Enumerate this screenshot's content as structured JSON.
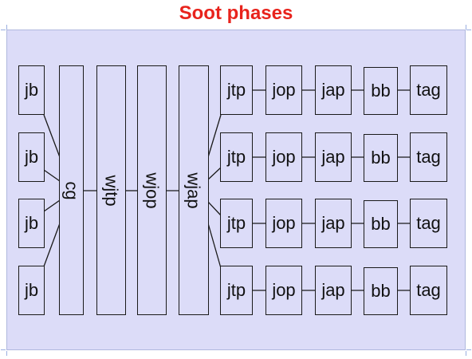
{
  "title": "Soot phases",
  "tall_phases": [
    "cg",
    "wjtp",
    "wjop",
    "wjap"
  ],
  "left_box": "jb",
  "rows": [
    [
      "jtp",
      "jop",
      "jap",
      "bb",
      "tag"
    ],
    [
      "jtp",
      "jop",
      "jap",
      "bb",
      "tag"
    ],
    [
      "jtp",
      "jop",
      "jap",
      "bb",
      "tag"
    ],
    [
      "jtp",
      "jop",
      "jap",
      "bb",
      "tag"
    ]
  ],
  "colors": {
    "title": "#e8231c",
    "panel": "#dcdcf8",
    "line": "#1a1a1a"
  }
}
